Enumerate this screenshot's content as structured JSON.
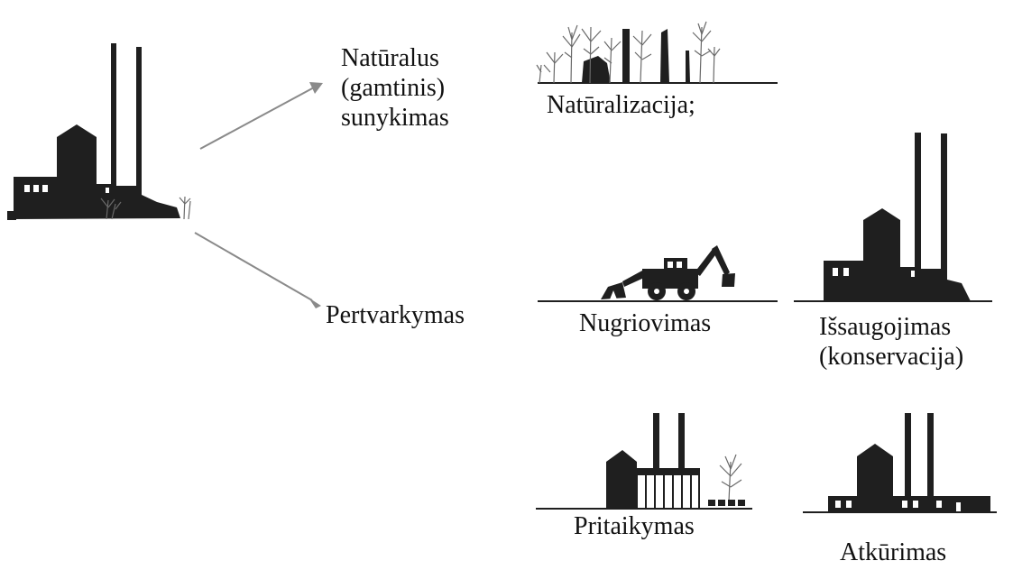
{
  "colors": {
    "ink": "#1f1f1f",
    "arrow": "#8a8a8a",
    "tree": "#6a6a6a",
    "background": "#ffffff"
  },
  "source": {
    "icon": "factory-with-two-chimneys-and-trees-icon"
  },
  "branches": {
    "natural": {
      "label_lines": [
        "Natūralus",
        "(gamtinis)",
        "sunykimas"
      ],
      "icon": "arrow-up-right-icon"
    },
    "transformation": {
      "label": "Pertvarkymas",
      "icon": "arrow-down-right-icon"
    }
  },
  "outcomes": {
    "naturalization": {
      "label": "Natūralizacija;",
      "icon": "ruins-with-trees-icon"
    },
    "demolition": {
      "label": "Nugriovimas",
      "icon": "excavator-icon"
    },
    "preservation": {
      "label_lines": [
        "Išsaugojimas",
        "(konservacija)"
      ],
      "icon": "preserved-factory-icon"
    },
    "adaptation": {
      "label": "Pritaikymas",
      "icon": "adapted-factory-icon"
    },
    "restoration": {
      "label": "Atkūrimas",
      "icon": "restored-factory-icon"
    }
  }
}
